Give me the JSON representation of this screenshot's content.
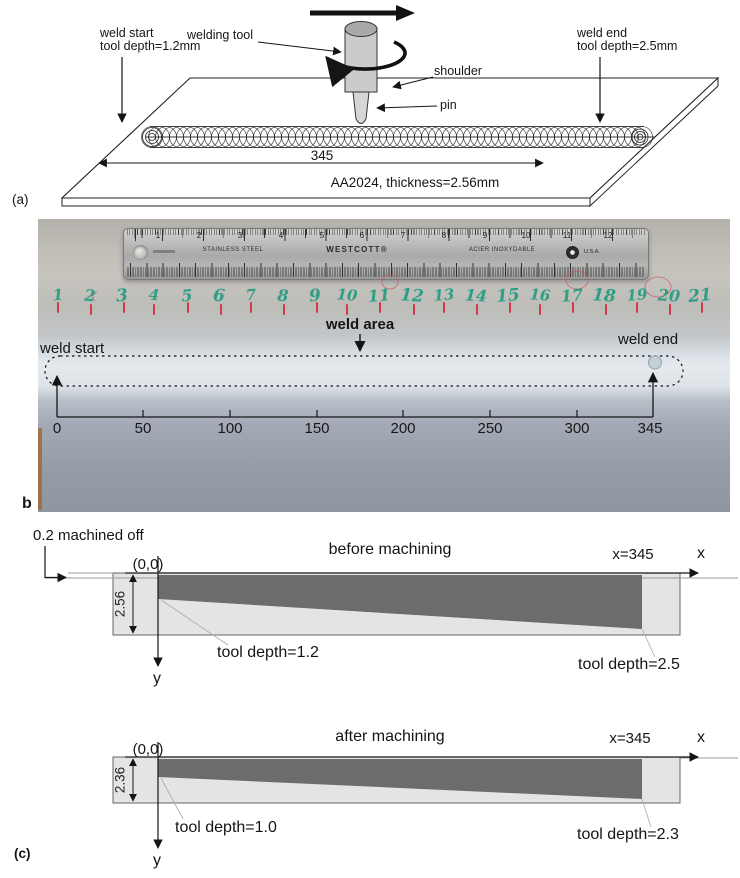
{
  "panel_a": {
    "tag": "(a)",
    "weld_start_line1": "weld start",
    "weld_start_line2": "tool depth=1.2mm",
    "welding_tool": "welding tool",
    "shoulder": "shoulder",
    "pin": "pin",
    "weld_end_line1": "weld end",
    "weld_end_line2": "tool depth=2.5mm",
    "weld_length": "345",
    "material": "AA2024, thickness=2.56mm"
  },
  "panel_b": {
    "tag": "b",
    "weld_area": "weld area",
    "weld_start": "weld start",
    "weld_end": "weld end",
    "ruler": {
      "stainless": "STAINLESS STEEL",
      "brand": "WESTCOTT®",
      "acier": "ACIER INOXYDABLE",
      "usa": "U.S.A.",
      "inches": [
        "1",
        "2",
        "3",
        "4",
        "5",
        "6",
        "7",
        "8",
        "9",
        "10",
        "11",
        "12"
      ]
    },
    "handwritten_marks": [
      "1",
      "2",
      "3",
      "4",
      "5",
      "6",
      "7",
      "8",
      "9",
      "10",
      "11",
      "12",
      "13",
      "14",
      "15",
      "16",
      "17",
      "18",
      "19",
      "20",
      "21"
    ],
    "scale_values": [
      "0",
      "50",
      "100",
      "150",
      "200",
      "250",
      "300",
      "345"
    ]
  },
  "panel_c": {
    "tag": "(c)",
    "before": {
      "title": "before machining",
      "machined_off": "0.2 machined off",
      "origin": "(0,0)",
      "thickness": "2.56",
      "x_end": "x=345",
      "x_axis": "x",
      "y_axis": "y",
      "tool_depth_left": "tool depth=1.2",
      "tool_depth_right": "tool depth=2.5"
    },
    "after": {
      "title": "after machining",
      "origin": "(0,0)",
      "thickness": "2.36",
      "x_end": "x=345",
      "x_axis": "x",
      "y_axis": "y",
      "tool_depth_left": "tool depth=1.0",
      "tool_depth_right": "tool depth=2.3"
    }
  },
  "colors": {
    "wedge": "#6c6c6c",
    "plate_bar": "#e4e4e4",
    "handwriting_green": "#2f9e85",
    "tick_red": "#d13a47",
    "weld_band": "#e6eaee"
  }
}
